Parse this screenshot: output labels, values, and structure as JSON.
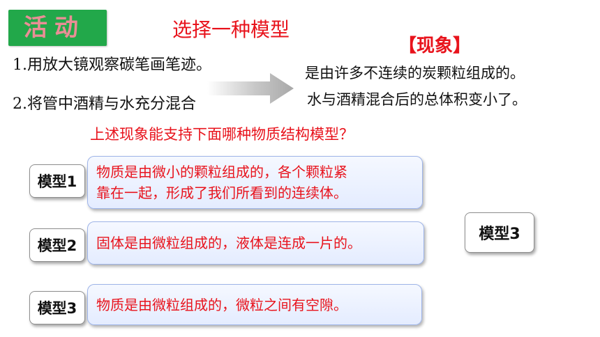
{
  "activity_label": "活动",
  "title": "选择一种模型",
  "phenomenon_title": "【现象】",
  "steps": [
    "1.用放大镜观察碳笔画笔迹。",
    "2.将管中酒精与水充分混合"
  ],
  "observations": [
    "是由许多不连续的炭颗粒组成的。",
    "水与酒精混合后的总体积变小了。"
  ],
  "question": "上述现象能支持下面哪种物质结构模型？",
  "models": [
    {
      "label": "模型1",
      "lines": [
        "物质是由微小的颗粒组成的，各个颗粒紧",
        "靠在一起，形成了我们所看到的连续体。"
      ]
    },
    {
      "label": "模型2",
      "lines": [
        "固体是由微粒组成的，液体是连成一片的。"
      ]
    },
    {
      "label": "模型3",
      "lines": [
        "物质是由微粒组成的，微粒之间有空隙。"
      ]
    }
  ],
  "answer_label": "模型3",
  "colors": {
    "badge_green": "#22a84a",
    "badge_text": "#ea8e96",
    "accent_red": "#e8131c",
    "model_box_border": "#9eb4e8"
  }
}
